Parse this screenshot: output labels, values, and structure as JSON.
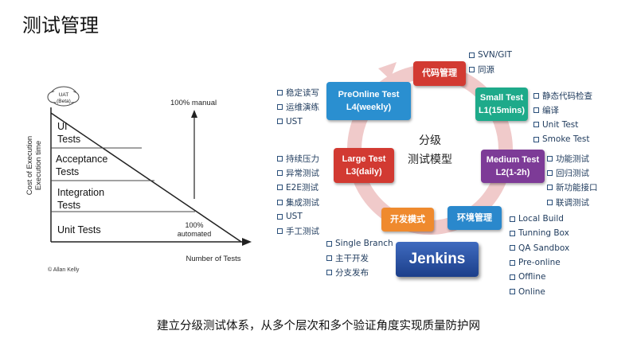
{
  "title": "测试管理",
  "pyramid": {
    "y_axis_label_1": "Cost of Execution",
    "y_axis_label_2": "Execution time",
    "x_axis_label": "Number of Tests",
    "cloud_line_1": "UAT",
    "cloud_line_2": "(Beta)",
    "layers": [
      {
        "line1": "UI",
        "line2": "Tests"
      },
      {
        "line1": "Acceptance",
        "line2": "Tests"
      },
      {
        "line1": "Integration",
        "line2": "Tests"
      },
      {
        "line1": "Unit Tests",
        "line2": ""
      }
    ],
    "manual_label": "100% manual",
    "automated_line_1": "100%",
    "automated_line_2": "automated",
    "copyright": "© Allan Kelly"
  },
  "cycle": {
    "center_line_1": "分级",
    "center_line_2": "测试模型",
    "stages": {
      "code_mgmt": {
        "label": "代码管理",
        "color": "#d23a32"
      },
      "small_test": {
        "line1": "Small Test",
        "line2": "L1(15mins)",
        "color": "#1eaa8a"
      },
      "medium_test": {
        "line1": "Medium Test",
        "line2": "L2(1-2h)",
        "color": "#7d3b97"
      },
      "env_mgmt": {
        "label": "环境管理",
        "color": "#2a88cc"
      },
      "dev_mode": {
        "label": "开发模式",
        "color": "#ef8a2e"
      },
      "large_test": {
        "line1": "Large Test",
        "line2": "L3(daily)",
        "color": "#d23a32"
      },
      "preonline_test": {
        "line1": "PreOnline Test",
        "line2": "L4(weekly)",
        "color": "#2a8fd0"
      }
    },
    "jenkins_label": "Jenkins",
    "lists": {
      "code_mgmt": [
        "SVN/GIT",
        "同源"
      ],
      "small_test": [
        "静态代码检查",
        "编译",
        "Unit Test",
        "Smoke Test"
      ],
      "medium_test": [
        "功能测试",
        "回归测试",
        "新功能接口",
        "联调测试"
      ],
      "env_mgmt": [
        "Local Build",
        "Tunning Box",
        "QA Sandbox",
        "Pre-online",
        "Offline",
        "Online"
      ],
      "dev_mode": [
        "Single Branch",
        "主干开发",
        "分支发布"
      ],
      "large_test": [
        "持续压力",
        "异常测试",
        "E2E测试",
        "集成测试",
        "UST",
        "手工测试"
      ],
      "preonline_test": [
        "稳定读写",
        "运维演练",
        "UST"
      ]
    }
  },
  "caption": "建立分级测试体系，从多个层次和多个验证角度实现质量防护网"
}
